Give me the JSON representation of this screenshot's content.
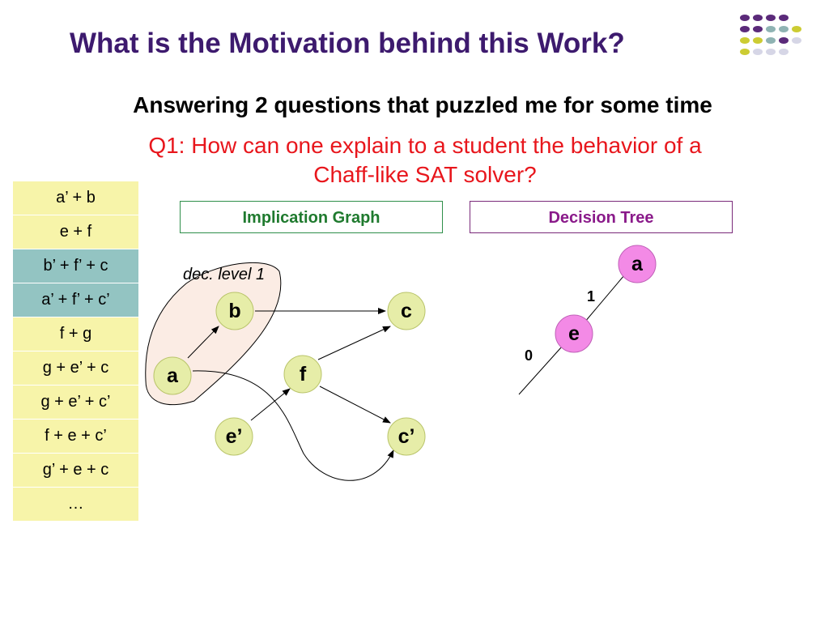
{
  "slide": {
    "title": "What is the Motivation behind this Work?",
    "subtitle": "Answering 2 questions that puzzled me for some time",
    "question_line1": "Q1: How can one explain to a student the behavior of a",
    "question_line2": "Chaff-like SAT solver?"
  },
  "clauses": [
    {
      "text": "a’ + b",
      "highlight": false
    },
    {
      "text": "e + f",
      "highlight": false
    },
    {
      "text": "b’ + f’ + c",
      "highlight": true
    },
    {
      "text": "a’ + f’ + c’",
      "highlight": true
    },
    {
      "text": "f + g",
      "highlight": false
    },
    {
      "text": "g + e’ + c",
      "highlight": false
    },
    {
      "text": "g + e’ + c’",
      "highlight": false
    },
    {
      "text": "f + e + c’",
      "highlight": false
    },
    {
      "text": "g’ + e + c",
      "highlight": false
    },
    {
      "text": "…",
      "highlight": false
    }
  ],
  "implication_graph": {
    "title": "Implication Graph",
    "dec_level_label": "dec. level 1",
    "nodes": {
      "a": "a",
      "b": "b",
      "c": "c",
      "f": "f",
      "e_neg": "e’",
      "c_neg": "c’"
    },
    "node_color": "#e6eda8"
  },
  "decision_tree": {
    "title": "Decision Tree",
    "node_a": "a",
    "node_e": "e",
    "edge_label_1": "1",
    "edge_label_0": "0",
    "node_color": "#f38ae6"
  },
  "colors": {
    "title": "#3d1a6e",
    "question": "#e8161c",
    "clause_bg": "#f7f4a9",
    "clause_highlight": "#93c4c2",
    "dec_level_fill": "#fbece4"
  }
}
